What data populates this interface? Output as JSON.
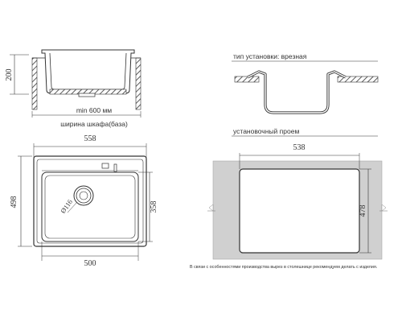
{
  "side_view": {
    "height_dim": "200",
    "cabinet_min": "min 600 мм",
    "cabinet_label": "ширина шкафа(база)"
  },
  "top_view": {
    "outer_width": "558",
    "outer_height": "498",
    "inner_width": "500",
    "inner_height": "358",
    "drain_diameter": "Ø116"
  },
  "install": {
    "type_label": "тип установки: врезная",
    "cutout_label": "установочный проем",
    "cutout_width": "538",
    "cutout_height": "478",
    "note": "В связи с особенностями производства вырез в столешнице рекомендуем делать с изделия."
  },
  "colors": {
    "cutout_fill": "#d0d0d0",
    "line": "#333333"
  }
}
